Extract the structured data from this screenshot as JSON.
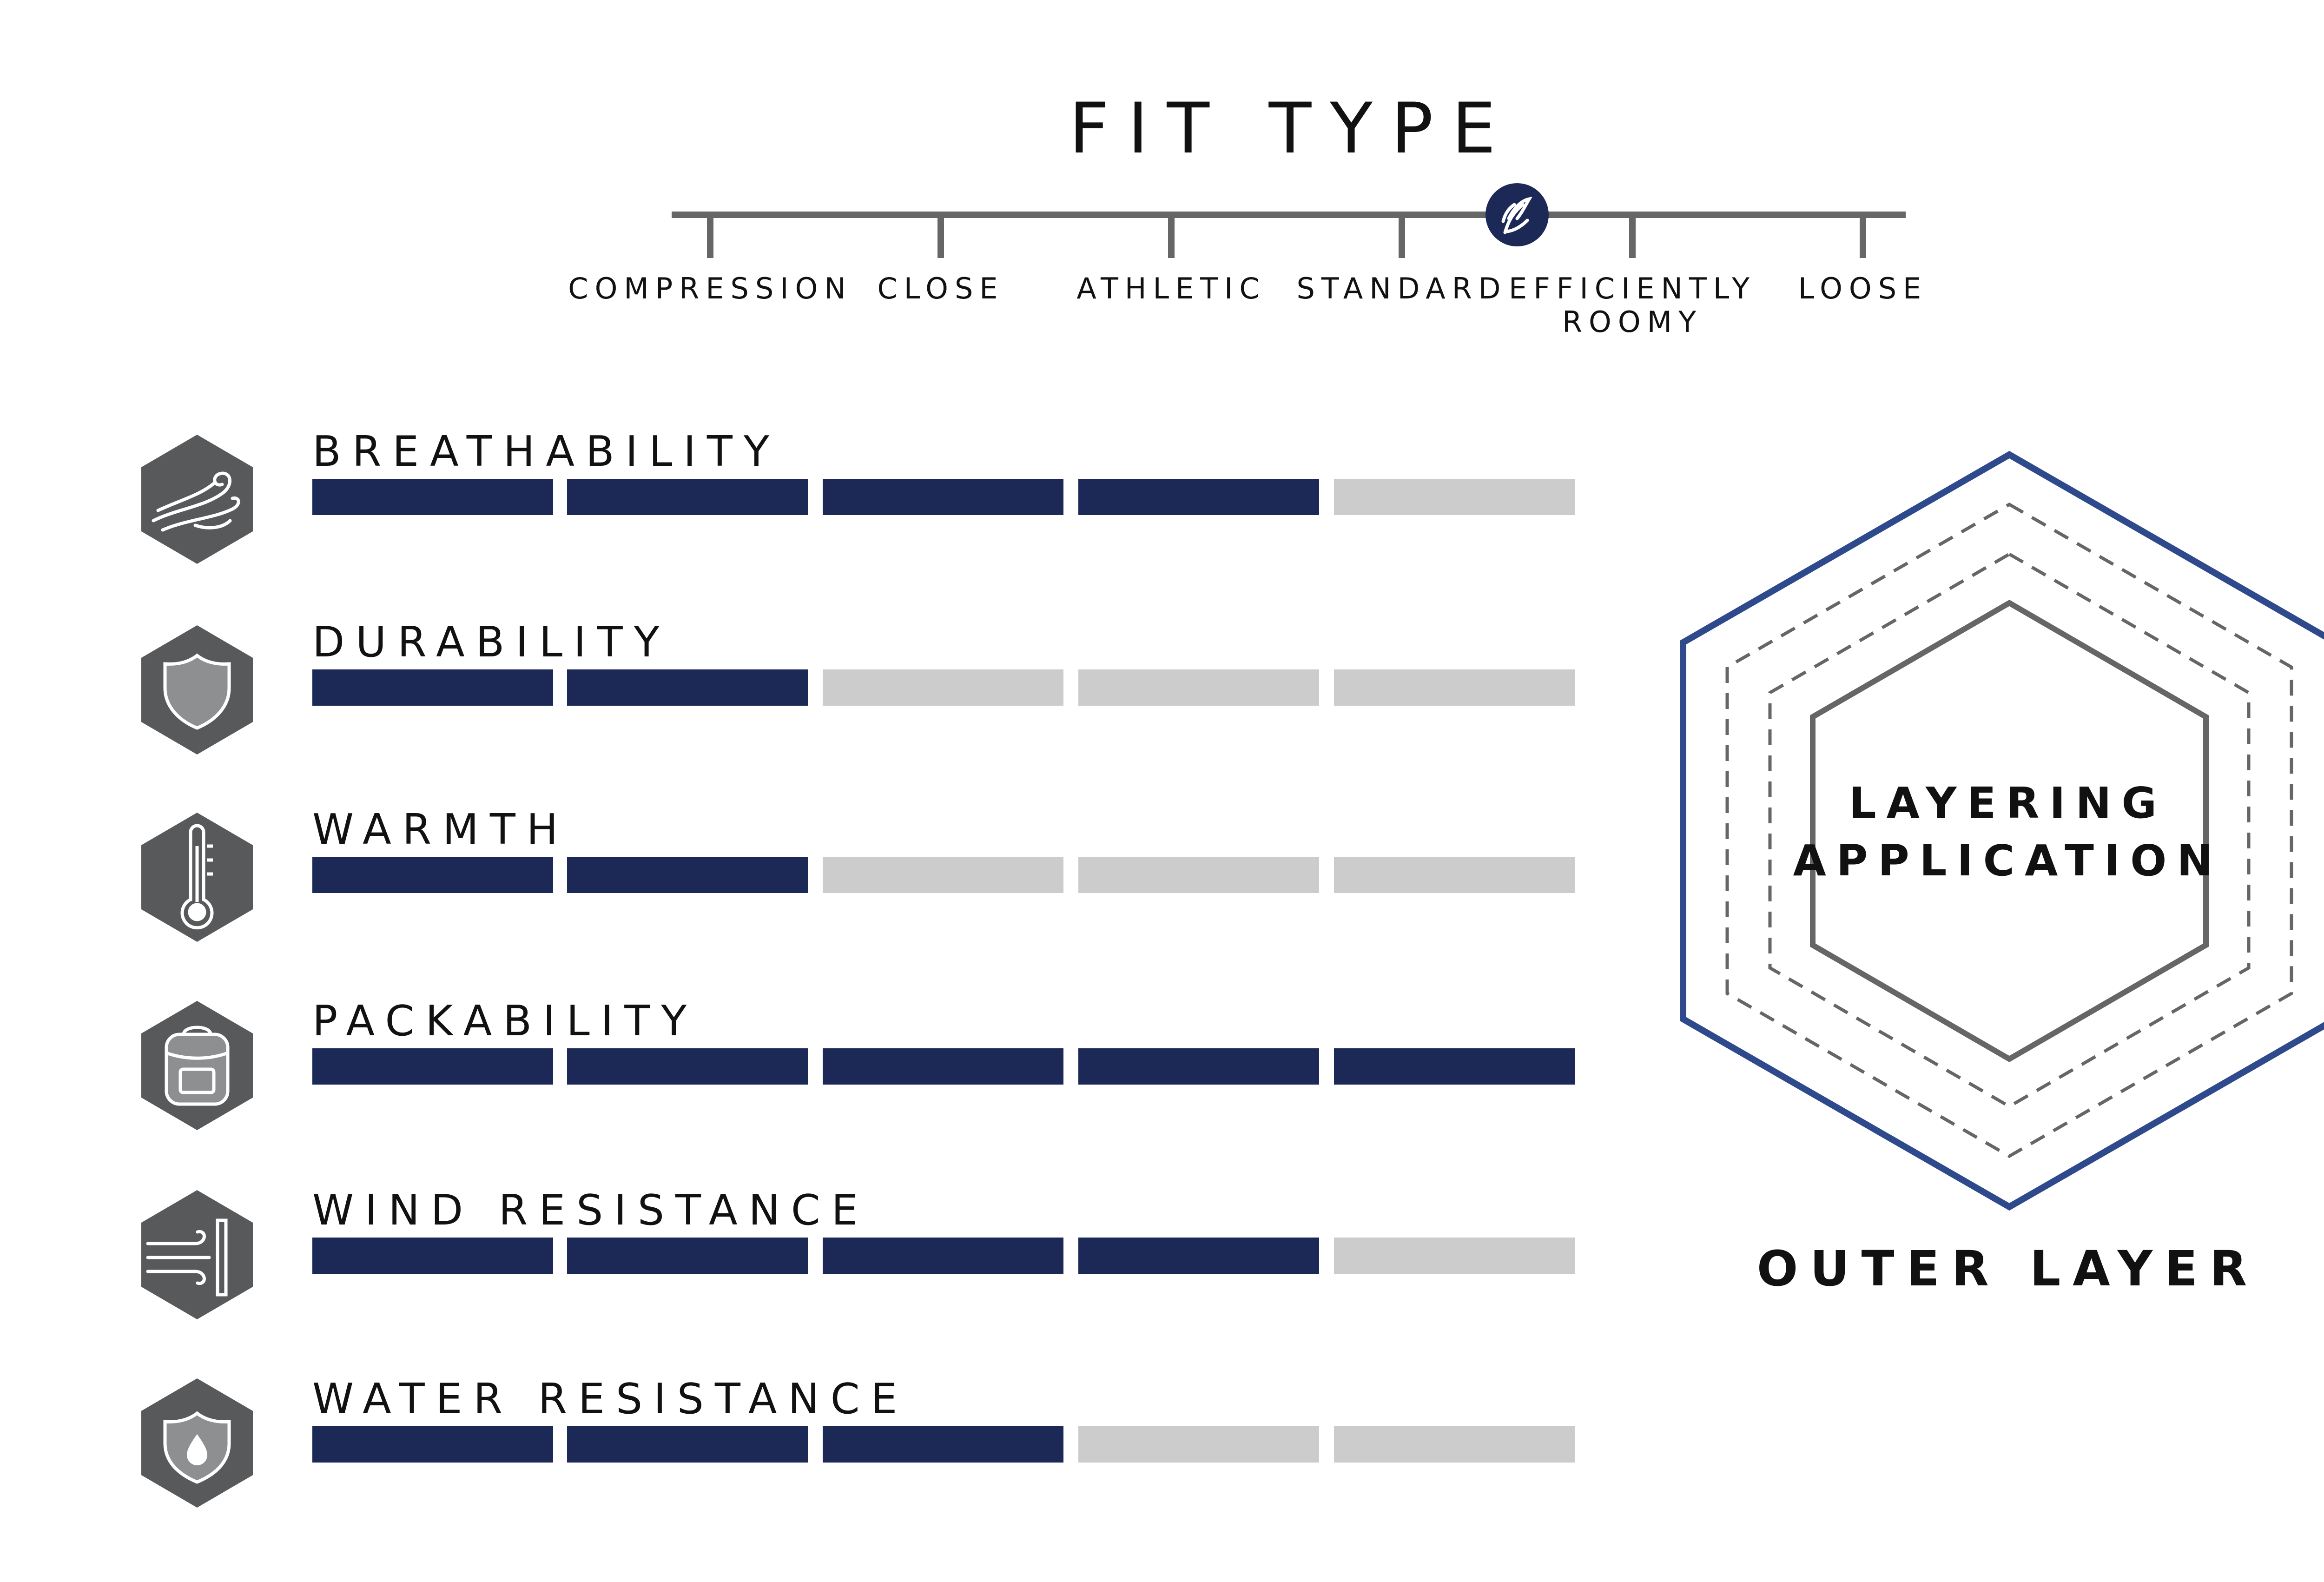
{
  "fit_type": {
    "title": "FIT TYPE",
    "options": [
      {
        "label": "COMPRESSION",
        "label2": ""
      },
      {
        "label": "CLOSE",
        "label2": ""
      },
      {
        "label": "ATHLETIC",
        "label2": ""
      },
      {
        "label": "STANDARD",
        "label2": ""
      },
      {
        "label": "EFFICIENTLY",
        "label2": "ROOMY"
      },
      {
        "label": "LOOSE",
        "label2": ""
      }
    ],
    "selected_position": 3.5,
    "marker_icon": "bird-logo-icon"
  },
  "ratings": {
    "max": 5,
    "filled_color": "#1c2957",
    "empty_color": "#cccccc",
    "items": [
      {
        "label": "BREATHABILITY",
        "value": 4,
        "icon": "wind-swirl-icon"
      },
      {
        "label": "DURABILITY",
        "value": 2,
        "icon": "shield-icon"
      },
      {
        "label": "WARMTH",
        "value": 2,
        "icon": "thermometer-icon"
      },
      {
        "label": "PACKABILITY",
        "value": 5,
        "icon": "backpack-icon"
      },
      {
        "label": "WIND RESISTANCE",
        "value": 4,
        "icon": "wind-barrier-icon"
      },
      {
        "label": "WATER RESISTANCE",
        "value": 3,
        "icon": "water-shield-icon"
      }
    ]
  },
  "layering": {
    "line1": "LAYERING",
    "line2": "APPLICATION",
    "layer_name": "OUTER LAYER",
    "highlight_color": "#2e4a8c"
  }
}
